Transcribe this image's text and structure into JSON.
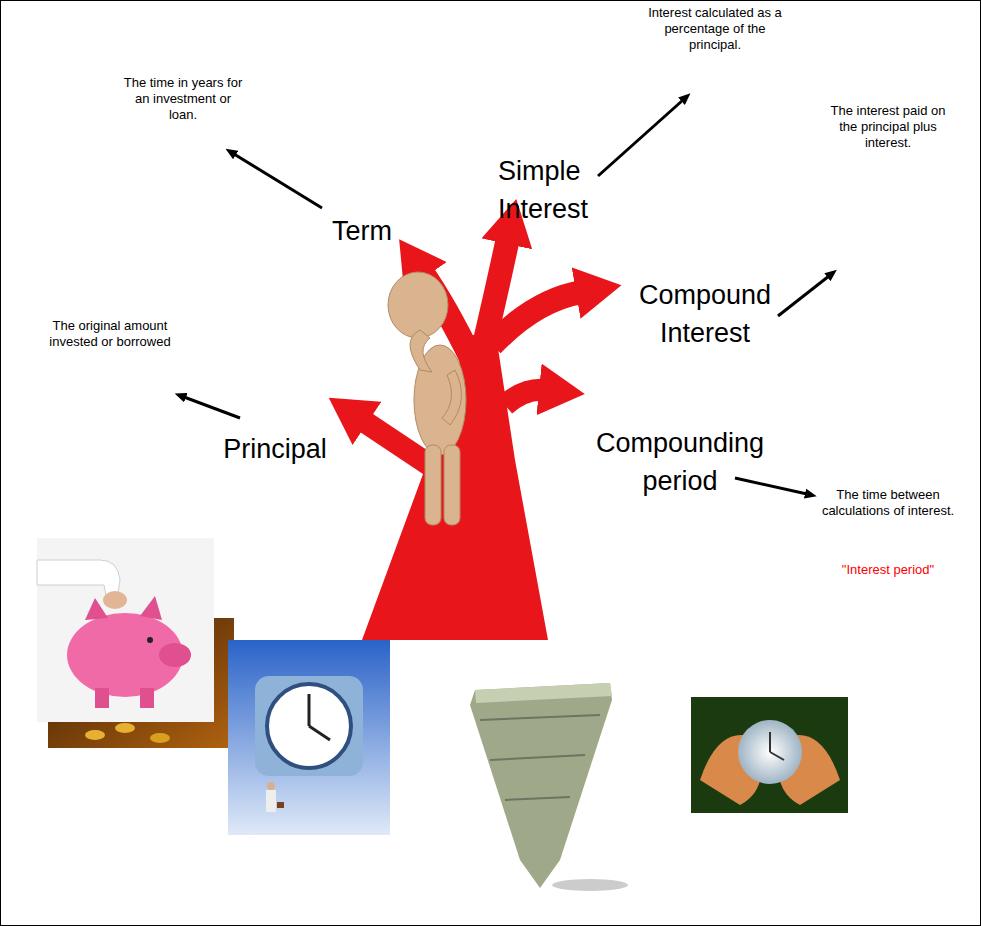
{
  "diagram": {
    "labels": [
      "The time in years for an investment or loan.",
      "Term",
      "Simple Interest",
      "Interest calculated as a percentage of the principal.",
      "Compound Interest",
      "The interest paid on the principal plus interest.",
      "The original amount invested or borrowed",
      "Principal",
      "Compounding period",
      "The time between calculations of interest.",
      "\"Interest period\""
    ]
  }
}
